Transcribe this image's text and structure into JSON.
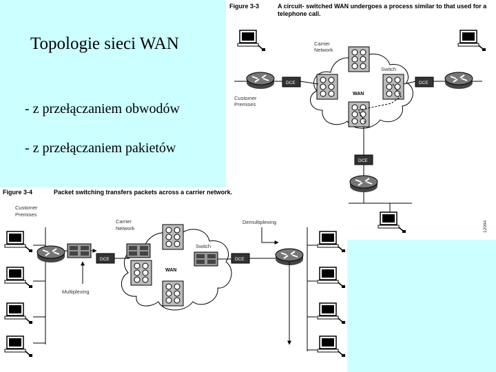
{
  "slide": {
    "title": "Topologie sieci WAN",
    "bullets": [
      "- z przełączaniem obwodów",
      "- z przełączaniem pakietów"
    ]
  },
  "figure_3_3": {
    "number": "Figure 3-3",
    "caption_line1": "A circuit- switched WAN undergoes a process similar to that used for a",
    "caption_line2": "telephone call.",
    "carrier_line1": "Carrier",
    "carrier_line2": "Network",
    "switch_label": "Switch",
    "wan_label": "WAN",
    "customer_line1": "Customer",
    "customer_line2": "Premises",
    "dce_label": "DCE",
    "side_id": "12094"
  },
  "figure_3_4": {
    "number": "Figure 3-4",
    "caption": "Packet switching transfers packets across a carrier network.",
    "customer_line1": "Customer",
    "customer_line2": "Premises",
    "carrier_line1": "Carrier",
    "carrier_line2": "Network",
    "demux_label": "Demultiplexing",
    "mux_label": "Multiplexing",
    "switch_label": "Switch",
    "wan_label": "WAN",
    "dce_label": "DCE"
  },
  "colors": {
    "accent_background": "#ccffff"
  }
}
